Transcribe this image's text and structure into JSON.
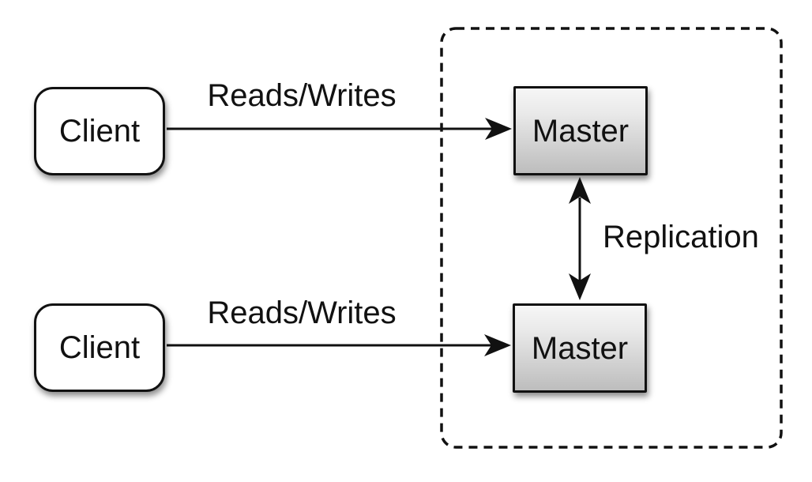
{
  "diagram": {
    "type": "architecture-diagram",
    "nodes": {
      "client_top": {
        "label": "Client"
      },
      "client_bottom": {
        "label": "Client"
      },
      "master_top": {
        "label": "Master"
      },
      "master_bottom": {
        "label": "Master"
      }
    },
    "edges": {
      "reads_writes_top": {
        "label": "Reads/Writes",
        "from": "client_top",
        "to": "master_top",
        "direction": "one-way"
      },
      "reads_writes_bottom": {
        "label": "Reads/Writes",
        "from": "client_bottom",
        "to": "master_bottom",
        "direction": "one-way"
      },
      "replication": {
        "label": "Replication",
        "from": "master_top",
        "to": "master_bottom",
        "direction": "two-way"
      }
    },
    "groups": {
      "replication_cluster": {
        "style": "dashed-rounded-rectangle",
        "contains": [
          "master_top",
          "master_bottom"
        ]
      }
    },
    "colors": {
      "background": "#ffffff",
      "stroke": "#111111",
      "client_fill": "#ffffff",
      "master_fill_top": "#f6f6f6",
      "master_fill_bottom": "#bdbdbd",
      "text": "#111111"
    }
  }
}
